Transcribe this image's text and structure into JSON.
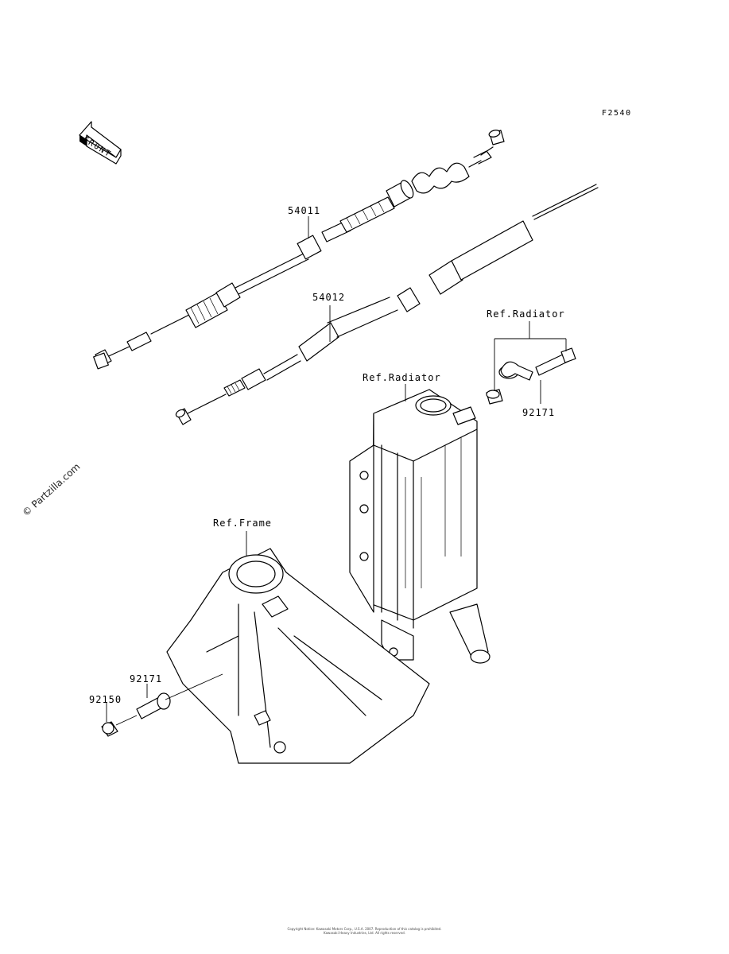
{
  "figure_code": "F2540",
  "front_arrow": {
    "text": "FRONT",
    "icon": "front-arrow-icon"
  },
  "labels": {
    "clutch_cable": "54011",
    "throttle_cable": "54012",
    "ref_radiator_clamp": "Ref.Radiator",
    "ref_radiator_body": "Ref.Radiator",
    "clamp_bolt": "92171",
    "ref_frame": "Ref.Frame",
    "frame_bolt": "92171",
    "frame_nut": "92150"
  },
  "watermark": "© Partzilla.com",
  "footer": {
    "line1": "Copyright Notice: Kawasaki Motors Corp., U.S.A. 2007. Reproduction of this catalog is prohibited.",
    "line2": "Kawasaki Heavy Industries, Ltd. All rights reserved."
  }
}
